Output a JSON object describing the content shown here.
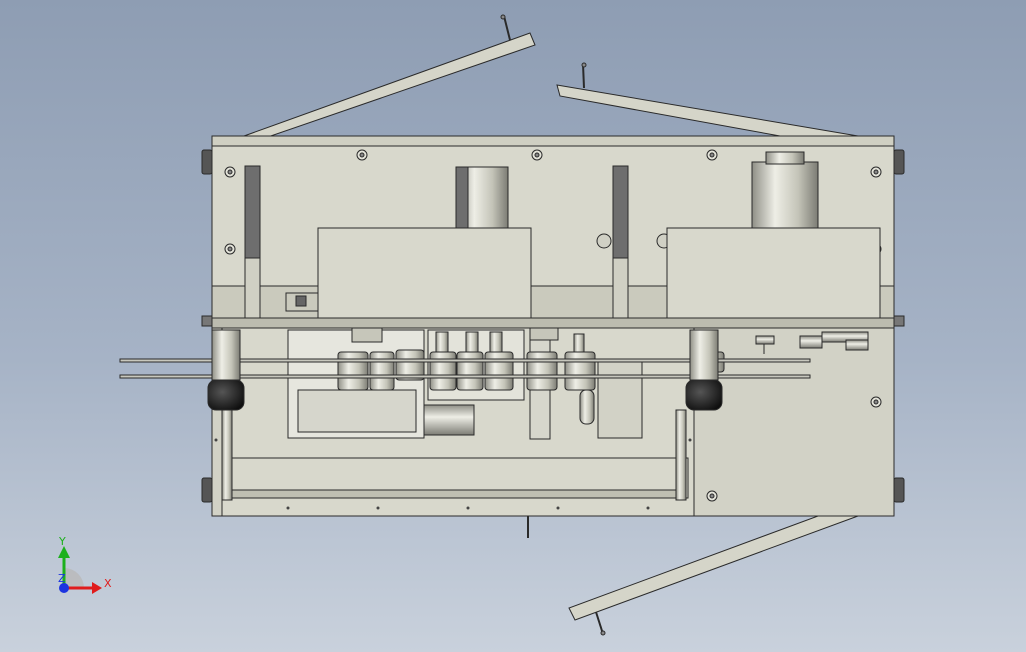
{
  "triad": {
    "x_label": "X",
    "y_label": "Y",
    "z_label": "Z",
    "x_color": "#e01c1c",
    "y_color": "#1cb01c",
    "z_color": "#1c34e0"
  },
  "colors": {
    "metal_face": "#d8d8cc",
    "metal_shade": "#b8b8aa",
    "outline": "#2a2a2a",
    "dark_part": "#1e1e1e",
    "gray_bar": "#6e6e6e"
  }
}
